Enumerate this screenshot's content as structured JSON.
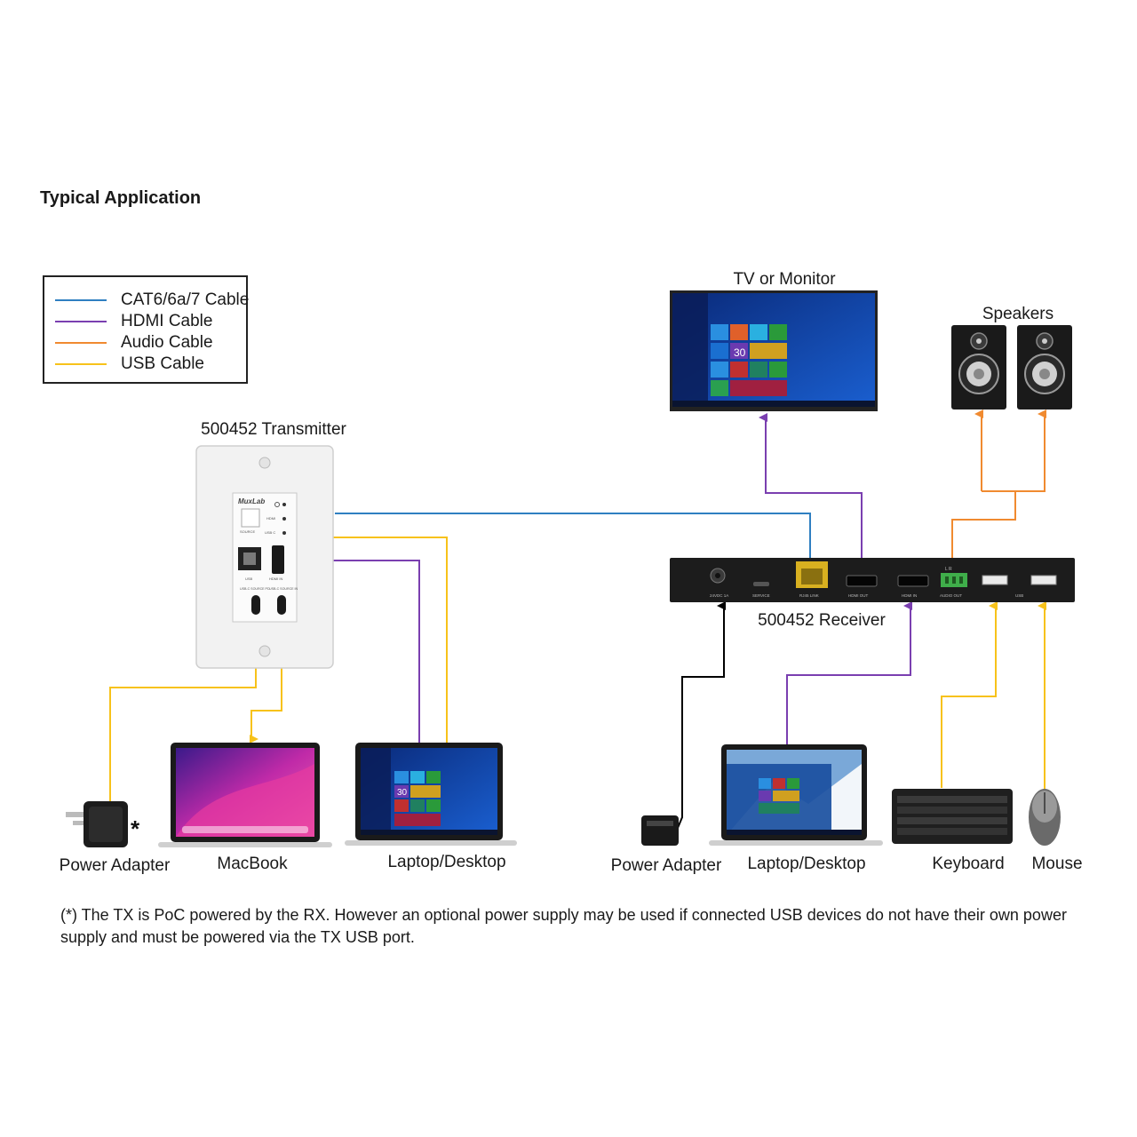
{
  "title": "Typical Application",
  "legend": [
    {
      "label": "CAT6/6a/7 Cable",
      "color": "#2f7fc1"
    },
    {
      "label": "HDMI Cable",
      "color": "#7a3fb0"
    },
    {
      "label": "Audio Cable",
      "color": "#f08a30"
    },
    {
      "label": "USB Cable",
      "color": "#f7c21a"
    }
  ],
  "devices": {
    "transmitter": "500452  Transmitter",
    "receiver": "500452  Receiver",
    "tv": "TV or Monitor",
    "speakers": "Speakers",
    "tx_power_adapter": "Power Adapter",
    "macbook": "MacBook",
    "tx_laptop": "Laptop/Desktop",
    "rx_power_adapter": "Power Adapter",
    "rx_laptop": "Laptop/Desktop",
    "keyboard": "Keyboard",
    "mouse": "Mouse"
  },
  "asterisk": "*",
  "tx_panel": {
    "brand": "MuxLab",
    "source": "SOURCE",
    "hdmi": "HDMI",
    "usbc": "USB C",
    "usb": "USB",
    "hdmi_in": "HDMI IN",
    "usbc_power": "USB-C SOURCE PD",
    "usbc_source": "USB-C SOURCE IN"
  },
  "rx_panel": {
    "power": "24VDC 1A",
    "service": "SERVICE",
    "link": "RJ45 LINK",
    "hdmi_out": "HDMI OUT",
    "hdmi_in": "HDMI IN",
    "audio_out": "AUDIO OUT",
    "usb": "USB",
    "lr": "L   R"
  },
  "screen_tile": "30",
  "footnote": "(*) The TX is PoC powered by the RX. However an optional power supply may be used if connected USB devices do not have their own power supply and must be powered via the TX USB port.",
  "colors": {
    "cat": "#2f7fc1",
    "hdmi": "#7a3fb0",
    "audio": "#f08a30",
    "usb": "#f7c21a",
    "power": "#000000"
  }
}
